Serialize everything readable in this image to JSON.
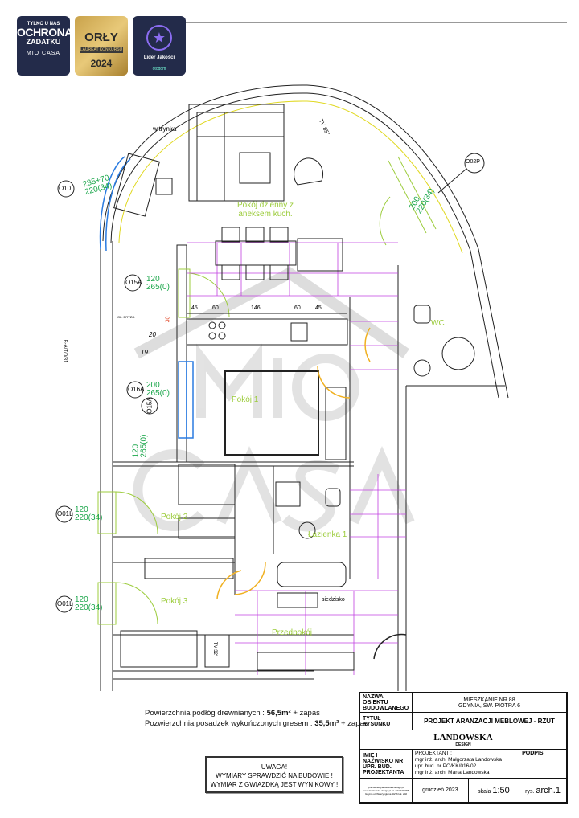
{
  "badges": [
    {
      "line1": "TYLKO U NAS",
      "line2": "OCHRONA",
      "line3": "ZADATKU",
      "line4": "MIO CASA"
    },
    {
      "line1": "ORŁY",
      "line2": "LAUREAT KONKURSU",
      "line3": "2024"
    },
    {
      "line1": "Lider Jakości",
      "line2": "otodom"
    }
  ],
  "rooms": {
    "living": "Pokój dzienny z aneksem kuch.",
    "room1": "Pokój 1",
    "room2": "Pokój 2",
    "room3": "Pokój 3",
    "bath": "Łazienka 1",
    "wc": "WC",
    "hall": "Przedpokój",
    "cabinet": "witrynka",
    "shoe": "siedzisko",
    "tv85": "TV 85\"",
    "tv32": "TV 32\""
  },
  "windows": [
    {
      "tag": "O10",
      "w": "235+70",
      "h": "220(34)"
    },
    {
      "tag": "O02P",
      "w": "200",
      "h": "220(34)"
    },
    {
      "tag": "O15A",
      "w": "120",
      "h": "265(0)"
    },
    {
      "tag": "O16A",
      "w": "200",
      "h": "265(0)"
    },
    {
      "tag": "O15A",
      "w": "120",
      "h": "265(0)"
    },
    {
      "tag": "O01L",
      "w": "120",
      "h": "220(34)"
    },
    {
      "tag": "O01L",
      "w": "120",
      "h": "220(34)"
    }
  ],
  "kitchen_dims": [
    "45",
    "60",
    "146",
    "60",
    "45"
  ],
  "misc": {
    "n20": "20",
    "n19": "19",
    "n30": "30",
    "wall_code": "B-A/T/0/81",
    "gl": "GL. BRYZG."
  },
  "areas": {
    "wood_label": "Powierzchnia podłóg drewnianych",
    "wood_value": "56,5m²",
    "wood_suffix": "+ zapas",
    "tile_label": "Pozwierzchnia posadzek wykończonych gresem",
    "tile_value": "35,5m²",
    "tile_suffix": "+ zapas"
  },
  "warning": {
    "l1": "UWAGA!",
    "l2": "WYMIARY SPRAWDZIĆ NA BUDOWIE !",
    "l3": "WYMIAR Z GWIAZDKĄ JEST WYNIKOWY !"
  },
  "title_block": {
    "obj_label": "NAZWA OBIEKTU BUDOWLANEGO",
    "obj_l1": "MIESZKANIE NR 88",
    "obj_l2": "GDYNIA, ŚW. PIOTRA 6",
    "title_label": "TYTUŁ RYSUNKU",
    "title": "PROJEKT ARANŻACJI MEBLOWEJ - RZUT",
    "logo1": "LANDOWSKA",
    "logo2": "DESIGN",
    "name_label": "IMIĘ I NAZWISKO NR UPR. BUD. PROJEKTANTA",
    "designer_l1": "PROJEKTANT :",
    "designer_l2": "mgr inż. arch. Małgorzata Landowska",
    "designer_l3": "upr. bud. nr PO/KK/016/02",
    "designer_l4": "mgr inż. arch. Marta Landowska",
    "sign_label": "PODPIS",
    "contact": "pracownia@landowska-design.pl www.landowska-design.pl tel. 604 270 965 Gdynia ul. Waszyngtona 34/36 lok. 202",
    "date": "grudzień 2023",
    "scale_label": "skala",
    "scale": "1:50",
    "sheet_label": "rys.",
    "sheet": "arch.1"
  }
}
